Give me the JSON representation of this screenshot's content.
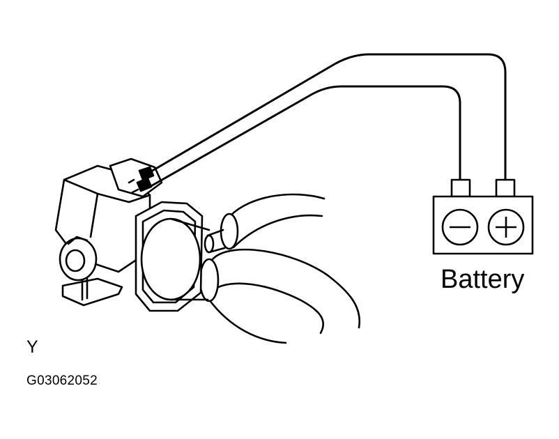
{
  "labels": {
    "battery": "Battery",
    "view": "Y",
    "figure_code": "G03062052"
  },
  "battery": {
    "terminals": [
      "negative",
      "positive"
    ],
    "negative_symbol": "minus-icon",
    "positive_symbol": "plus-icon"
  },
  "colors": {
    "line": "#000000",
    "background": "#ffffff"
  }
}
